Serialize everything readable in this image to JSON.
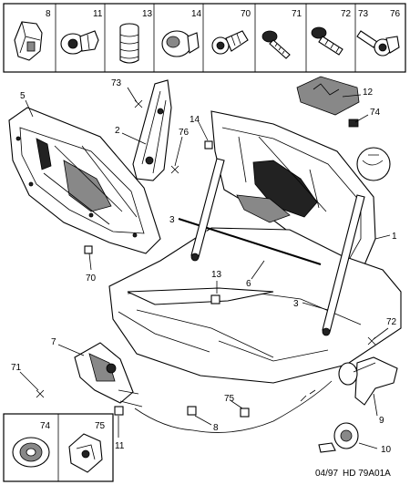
{
  "top_strip": [
    {
      "num": "8",
      "icon": "clip-icon"
    },
    {
      "num": "11",
      "icon": "push-rivet-icon"
    },
    {
      "num": "13",
      "icon": "rubber-buffer-icon"
    },
    {
      "num": "14",
      "icon": "cap-clip-icon"
    },
    {
      "num": "70",
      "icon": "plug-icon"
    },
    {
      "num": "71",
      "icon": "screw-icon"
    },
    {
      "num": "72",
      "icon": "bolt-icon"
    },
    {
      "num": "73",
      "num2": "76",
      "icon": "bolt-washer-icon"
    }
  ],
  "bottom_strip": [
    {
      "num": "74",
      "icon": "grommet-icon"
    },
    {
      "num": "75",
      "icon": "cable-clip-icon"
    }
  ],
  "callouts": {
    "c1": "1",
    "c2": "2",
    "c3a": "3",
    "c3b": "3",
    "c5": "5",
    "c6": "6",
    "c7": "7",
    "c8": "8",
    "c9": "9",
    "c10": "10",
    "c11": "11",
    "c12": "12",
    "c13": "13",
    "c14": "14",
    "c70": "70",
    "c71": "71",
    "c72": "72",
    "c73": "73",
    "c74": "74",
    "c75": "75",
    "c76": "76"
  },
  "footer": {
    "date": "04/97",
    "ref": "HD 79A01A"
  }
}
